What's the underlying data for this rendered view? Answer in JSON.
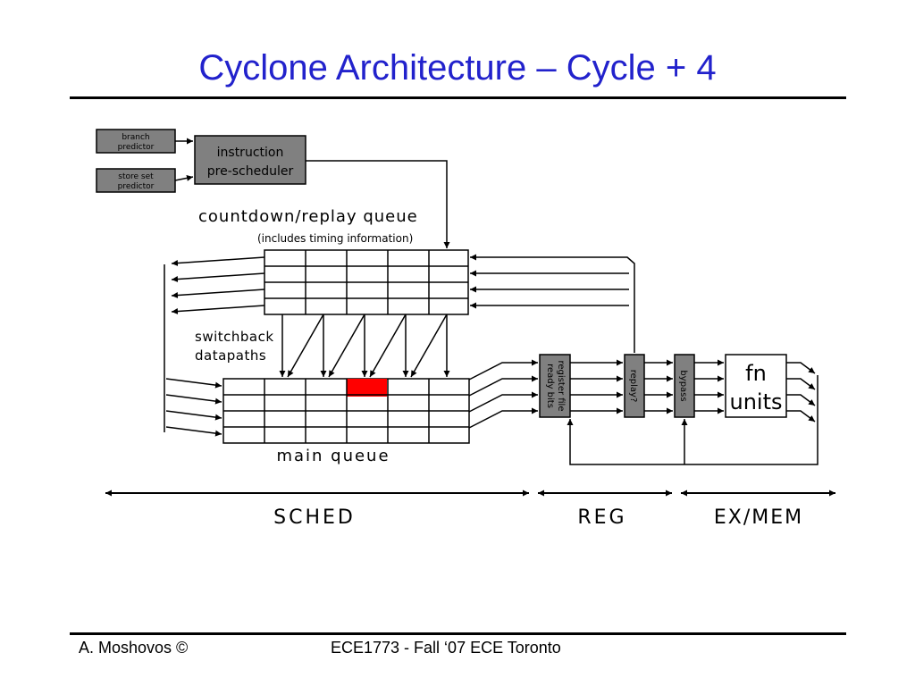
{
  "slide": {
    "title": "Cyclone Architecture – Cycle + 4",
    "title_color": "#2222cc",
    "footer_left": "A. Moshovos ©",
    "footer_center": "ECE1773 - Fall ‘07 ECE Toronto"
  },
  "diagram": {
    "branch_predictor": [
      "branch",
      "predictor"
    ],
    "store_set_predictor": [
      "store set",
      "predictor"
    ],
    "pre_scheduler": [
      "instruction",
      "pre-scheduler"
    ],
    "countdown_title": "countdown/replay queue",
    "countdown_subtitle": "(includes timing information)",
    "switchback": [
      "switchback",
      "datapaths"
    ],
    "main_queue": "main queue",
    "register_file": [
      "register file",
      "ready bits"
    ],
    "replay": "replay?",
    "bypass": "bypass",
    "fn_units": [
      "fn",
      "units"
    ],
    "stage_sched": "SCHED",
    "stage_reg": "REG",
    "stage_exmem": "EX/MEM",
    "box_fill": "#808080",
    "highlight_color": "#ff0000"
  }
}
